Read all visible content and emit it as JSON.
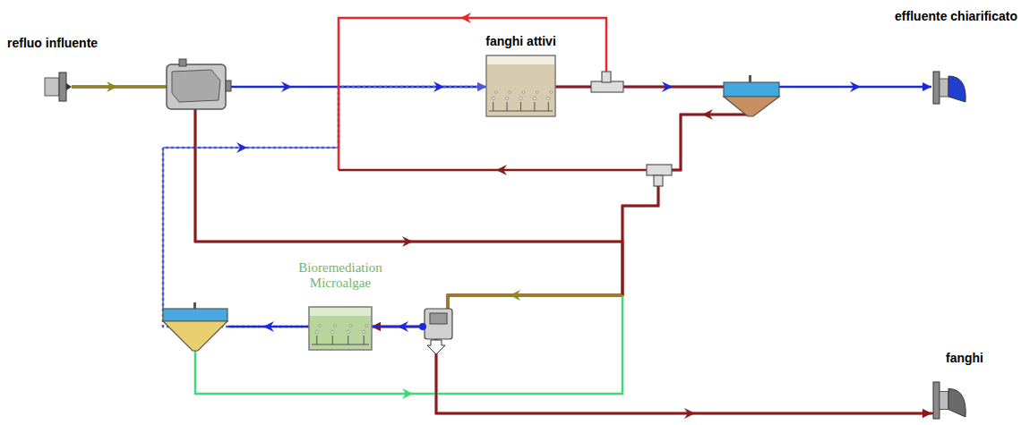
{
  "diagram": {
    "nodes": [
      {
        "text": [
          "refluo influente"
        ]
      },
      {
        "text": [
          "fanghi attivi"
        ]
      },
      {
        "text": [
          "effluente chiarificato"
        ]
      },
      {
        "text": [
          "Bioremediation Microalgae"
        ]
      },
      {
        "text": [
          "fanghi"
        ]
      }
    ],
    "edges": [
      {
        "from": 0,
        "to": 1,
        "arrow": "to"
      },
      {
        "from": 1,
        "to": 2,
        "arrow": "to"
      },
      {
        "from": 1,
        "to": 3,
        "arrow": "to"
      },
      {
        "from": 1,
        "to": 4,
        "arrow": "to"
      },
      {
        "from": 3,
        "to": 1,
        "arrow": "to"
      },
      {
        "from": 0,
        "to": 3,
        "arrow": "to"
      },
      {
        "from": 0,
        "to": 4,
        "arrow": "to"
      }
    ]
  }
}
